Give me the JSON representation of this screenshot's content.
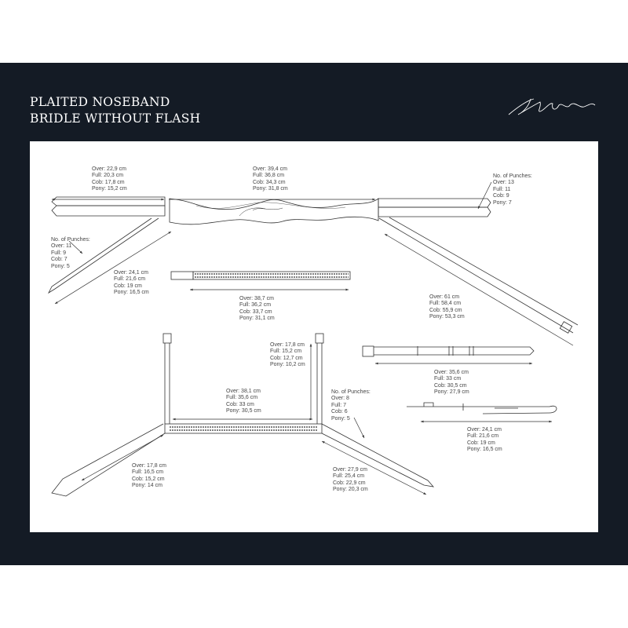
{
  "title": {
    "line1": "PLAITED NOSEBAND",
    "line2": "BRIDLE WITHOUT FLASH"
  },
  "brand_logo": "Dy'on",
  "colors": {
    "background": "#141b25",
    "panel": "#ffffff",
    "line": "#333333",
    "text": "#444444"
  },
  "measurements": {
    "cheek_top": {
      "lines": [
        "Over: 22,9 cm",
        "Full: 20,3 cm",
        "Cob: 17,8 cm",
        "Pony: 15,2 cm"
      ]
    },
    "crown": {
      "lines": [
        "Over: 39,4 cm",
        "Full: 36,8 cm",
        "Cob: 34,3 cm",
        "Pony: 31,8 cm"
      ]
    },
    "punches_right": {
      "lines": [
        "No. of Punches:",
        "Over: 13",
        "Full: 11",
        "Cob: 9",
        "Pony: 7"
      ]
    },
    "punches_left": {
      "lines": [
        "No. of Punches:",
        "Over: 11",
        "Full: 9",
        "Cob: 7",
        "Pony: 5"
      ]
    },
    "throatlatch_short": {
      "lines": [
        "Over: 24,1 cm",
        "Full: 21,6 cm",
        "Cob: 19 cm",
        "Pony: 16,5 cm"
      ]
    },
    "browband": {
      "lines": [
        "Over: 38,7 cm",
        "Full: 36,2 cm",
        "Cob: 33,7 cm",
        "Pony: 31,1 cm"
      ]
    },
    "throatlatch_long": {
      "lines": [
        "Over: 61 cm",
        "Full: 58,4 cm",
        "Cob: 55,9 cm",
        "Pony: 53,3 cm"
      ]
    },
    "noseband_cheek": {
      "lines": [
        "Over: 17,8 cm",
        "Full: 15,2 cm",
        "Cob: 12,7 cm",
        "Pony: 10,2 cm"
      ]
    },
    "noseband": {
      "lines": [
        "Over: 38,1 cm",
        "Full: 35,6 cm",
        "Cob: 33 cm",
        "Pony: 30,5 cm"
      ]
    },
    "punches_noseband": {
      "lines": [
        "No. of Punches:",
        "Over: 8",
        "Full: 7",
        "Cob: 6",
        "Pony: 5"
      ]
    },
    "cheekpiece": {
      "lines": [
        "Over: 35,6 cm",
        "Full: 33 cm",
        "Cob: 30,5 cm",
        "Pony: 27,9 cm"
      ]
    },
    "bit_loop": {
      "lines": [
        "Over: 24,1 cm",
        "Full: 21,6 cm",
        "Cob: 19 cm",
        "Pony: 16,5 cm"
      ]
    },
    "noseband_buckle": {
      "lines": [
        "Over: 17,8 cm",
        "Full: 16,5 cm",
        "Cob: 15,2 cm",
        "Pony: 14 cm"
      ]
    },
    "noseband_strap": {
      "lines": [
        "Over: 27,9 cm",
        "Full: 25,4 cm",
        "Cob: 22,9 cm",
        "Pony: 20,3 cm"
      ]
    }
  }
}
